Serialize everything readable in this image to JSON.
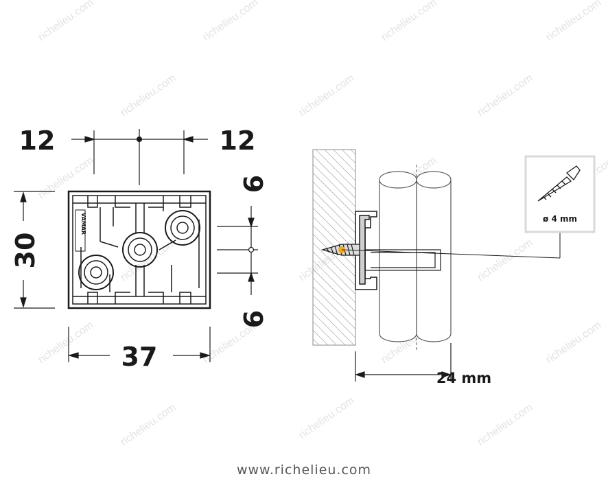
{
  "dimensions": {
    "left_offset": "12",
    "right_offset": "12",
    "height": "30",
    "width": "37",
    "upper_spacing": "6",
    "lower_spacing": "6",
    "mount_depth": "24 mm"
  },
  "screw_callout": {
    "label": "ø 4 mm",
    "icon": "screw-icon"
  },
  "block_label": "VAMAR",
  "watermark_text": "richelieu.com",
  "footer_url": "www.richelieu.com",
  "colors": {
    "line": "#1a1a1a",
    "hatch": "#8a8a8a",
    "screw_highlight": "#f0a81e",
    "watermark": "#e3e3e3",
    "callout_border": "#d9d9d9"
  }
}
